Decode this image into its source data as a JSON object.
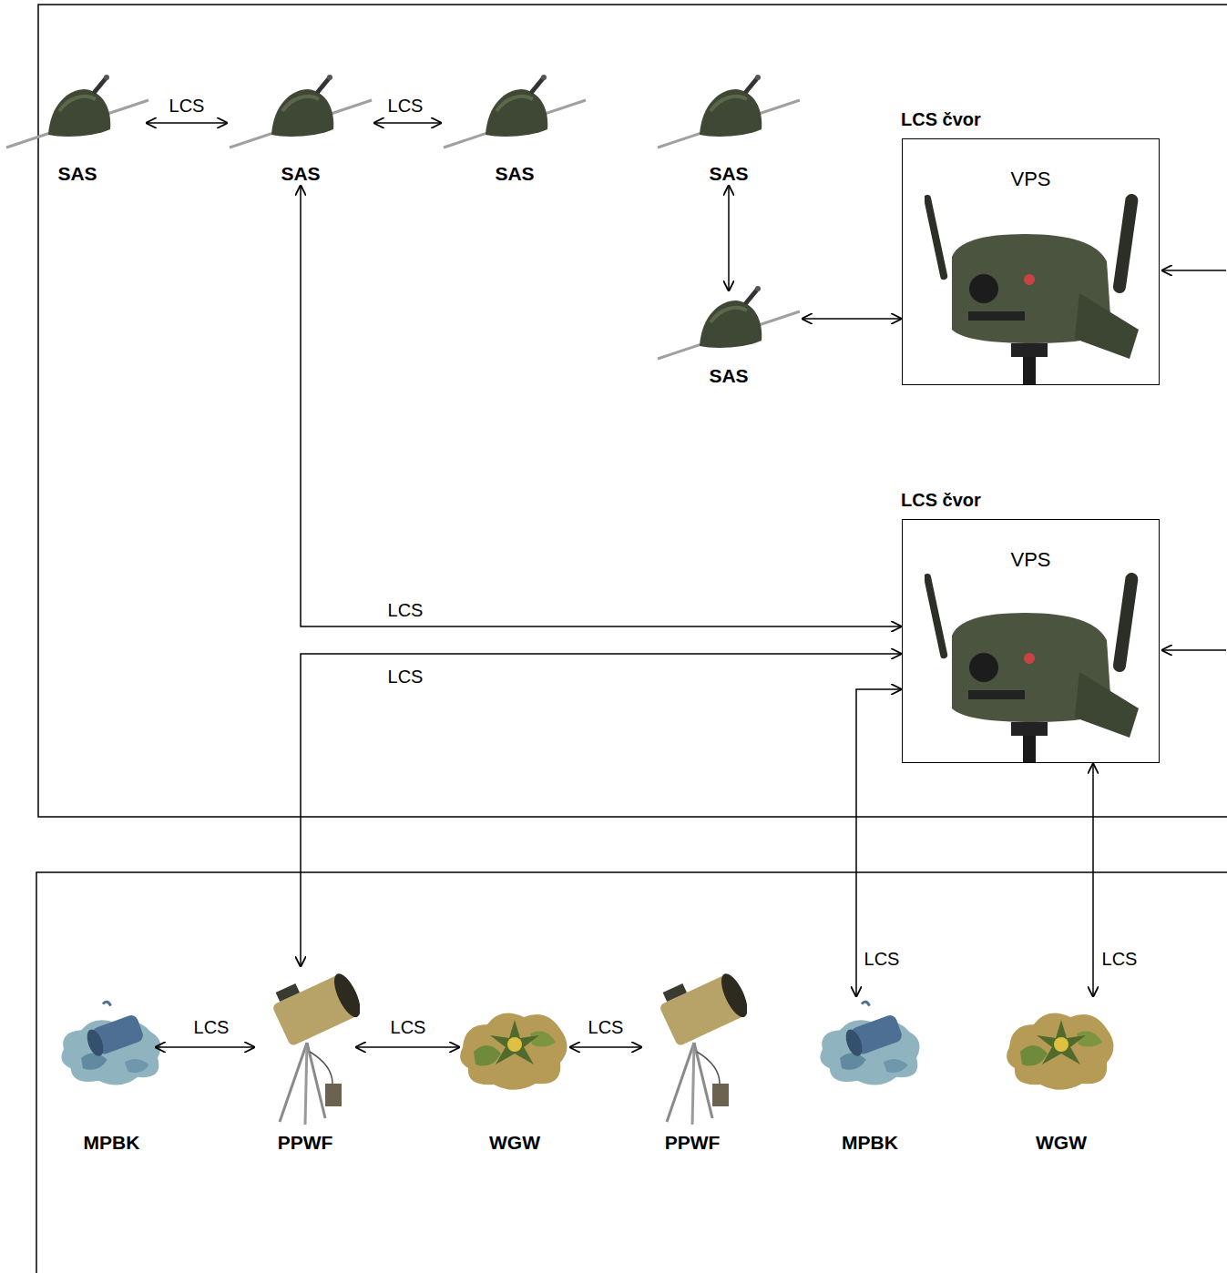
{
  "diagram": {
    "nodes": [
      {
        "text": [
          "SAS"
        ]
      },
      {
        "text": [
          "SAS"
        ]
      },
      {
        "text": [
          "SAS"
        ]
      },
      {
        "text": [
          "SAS"
        ]
      },
      {
        "text": [
          "SAS"
        ]
      },
      {
        "text": [
          "LCS čvor",
          "VPS"
        ]
      },
      {
        "text": [
          "LCS čvor",
          "VPS"
        ]
      },
      {
        "text": [
          "MPBK"
        ]
      },
      {
        "text": [
          "PPWF"
        ]
      },
      {
        "text": [
          "WGW"
        ]
      },
      {
        "text": [
          "PPWF"
        ]
      },
      {
        "text": [
          "MPBK"
        ]
      },
      {
        "text": [
          "WGW"
        ]
      }
    ],
    "edges": [
      {
        "from": 0,
        "to": 1,
        "arrow": "both",
        "label": "LCS"
      },
      {
        "from": 1,
        "to": 2,
        "arrow": "both",
        "label": "LCS"
      },
      {
        "from": 3,
        "to": 4,
        "arrow": "both"
      },
      {
        "from": 4,
        "to": 5,
        "arrow": "both"
      },
      {
        "from": 1,
        "to": 6,
        "arrow": "both",
        "label": "LCS"
      },
      {
        "from": 8,
        "to": 6,
        "arrow": "both",
        "label": "LCS"
      },
      {
        "from": 11,
        "to": 6,
        "arrow": "both",
        "label": "LCS"
      },
      {
        "from": 12,
        "to": 6,
        "arrow": "both",
        "label": "LCS"
      },
      {
        "from": 7,
        "to": 8,
        "arrow": "both",
        "label": "LCS"
      },
      {
        "from": 8,
        "to": 9,
        "arrow": "both",
        "label": "LCS"
      },
      {
        "from": 9,
        "to": 10,
        "arrow": "both",
        "label": "LCS"
      }
    ]
  }
}
